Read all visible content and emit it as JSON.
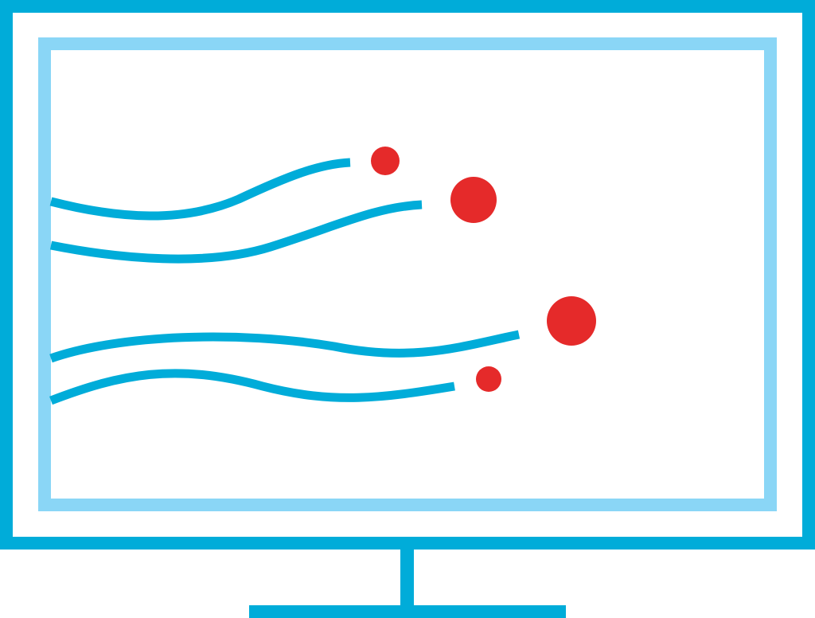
{
  "illustration": {
    "subject": "monitor-with-motion-streaks",
    "colors": {
      "frame": "#00acd9",
      "screen_border": "#8ad6f6",
      "streak": "#00acd9",
      "dot": "#e52a2a",
      "background": "#ffffff"
    },
    "streak_count": 4,
    "dot_count": 4
  }
}
